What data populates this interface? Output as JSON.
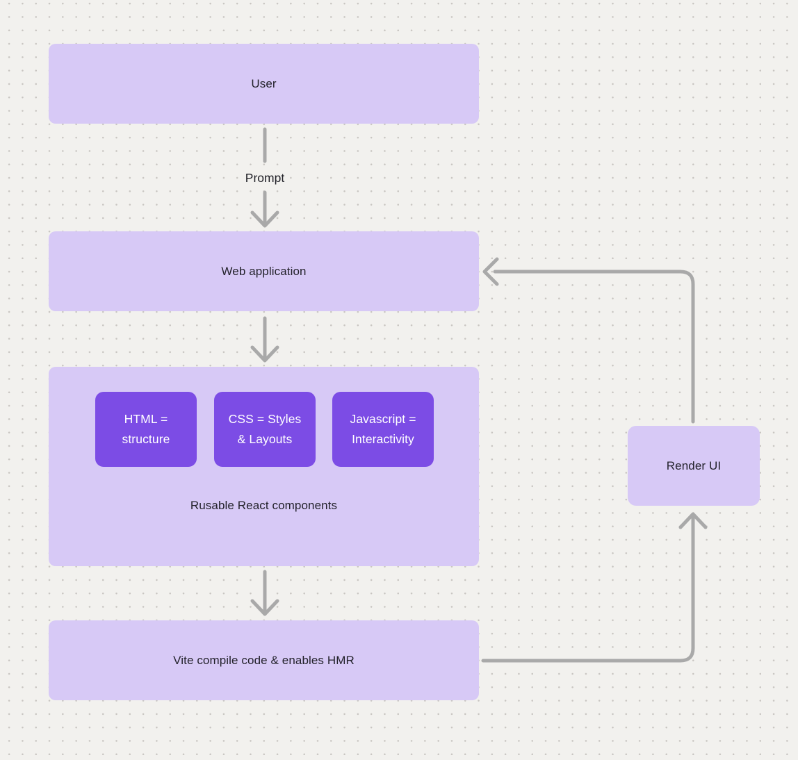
{
  "diagram": {
    "background_color": "#f2f1ee",
    "dot_grid_color": "#c8c5c1",
    "node_fill_color": "#d7c9f6",
    "node_text_color": "#23222b",
    "accent_fill_color": "#7c4ce5",
    "accent_text_color": "#ffffff",
    "connector_color": "#a9a9a9"
  },
  "nodes": {
    "user": {
      "label": "User"
    },
    "web_application": {
      "label": "Web application"
    },
    "components_group": {
      "label": "Rusable React components",
      "children": [
        {
          "line1": "HTML =",
          "line2": "structure"
        },
        {
          "line1": "CSS = Styles",
          "line2": "& Layouts"
        },
        {
          "line1": "Javascript =",
          "line2": "Interactivity"
        }
      ]
    },
    "vite": {
      "label": "Vite compile code & enables HMR"
    },
    "render_ui": {
      "label": "Render UI"
    }
  },
  "edges": {
    "prompt_label": "Prompt"
  }
}
